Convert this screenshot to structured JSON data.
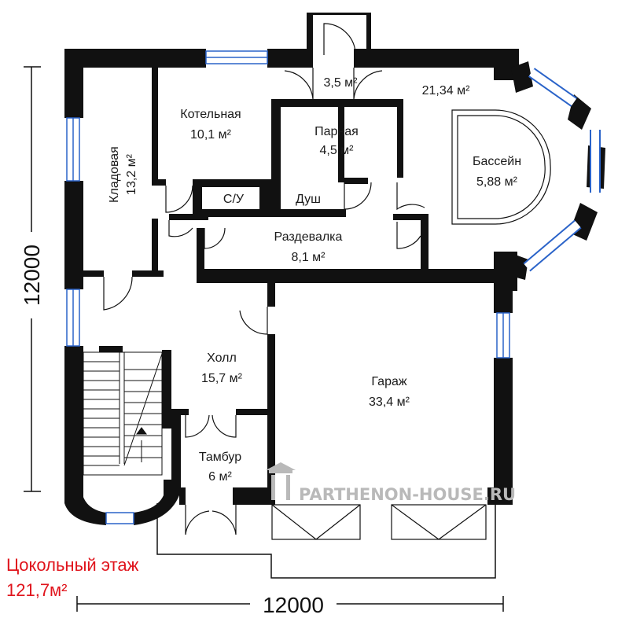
{
  "rooms": {
    "kladovaya": {
      "name": "Кладовая",
      "area": "13,2 м²"
    },
    "kotelnaya": {
      "name": "Котельная",
      "area": "10,1 м²"
    },
    "parnaya": {
      "name": "Парная",
      "area": "4,5 м²"
    },
    "tambur_top": {
      "area": "3,5 м²"
    },
    "pool_hall": {
      "area": "21,34 м²"
    },
    "basseyn": {
      "name": "Бассейн",
      "area": "5,88 м²"
    },
    "su": {
      "name": "С/У"
    },
    "dush": {
      "name": "Душ"
    },
    "razdevalka": {
      "name": "Раздевалка",
      "area": "8,1 м²"
    },
    "holl": {
      "name": "Холл",
      "area": "15,7 м²"
    },
    "garazh": {
      "name": "Гараж",
      "area": "33,4 м²"
    },
    "tambur": {
      "name": "Тамбур",
      "area": "6 м²"
    }
  },
  "dimensions": {
    "vertical": "12000",
    "horizontal": "12000"
  },
  "caption": {
    "line1": "Цокольный этаж",
    "line2": "121,7м²"
  },
  "watermark": "PARTHENON-HOUSE.RU",
  "colors": {
    "wall": "#111111",
    "window": "#2a63c9",
    "caption": "#e0141c",
    "watermark": "#b9b9b9"
  }
}
